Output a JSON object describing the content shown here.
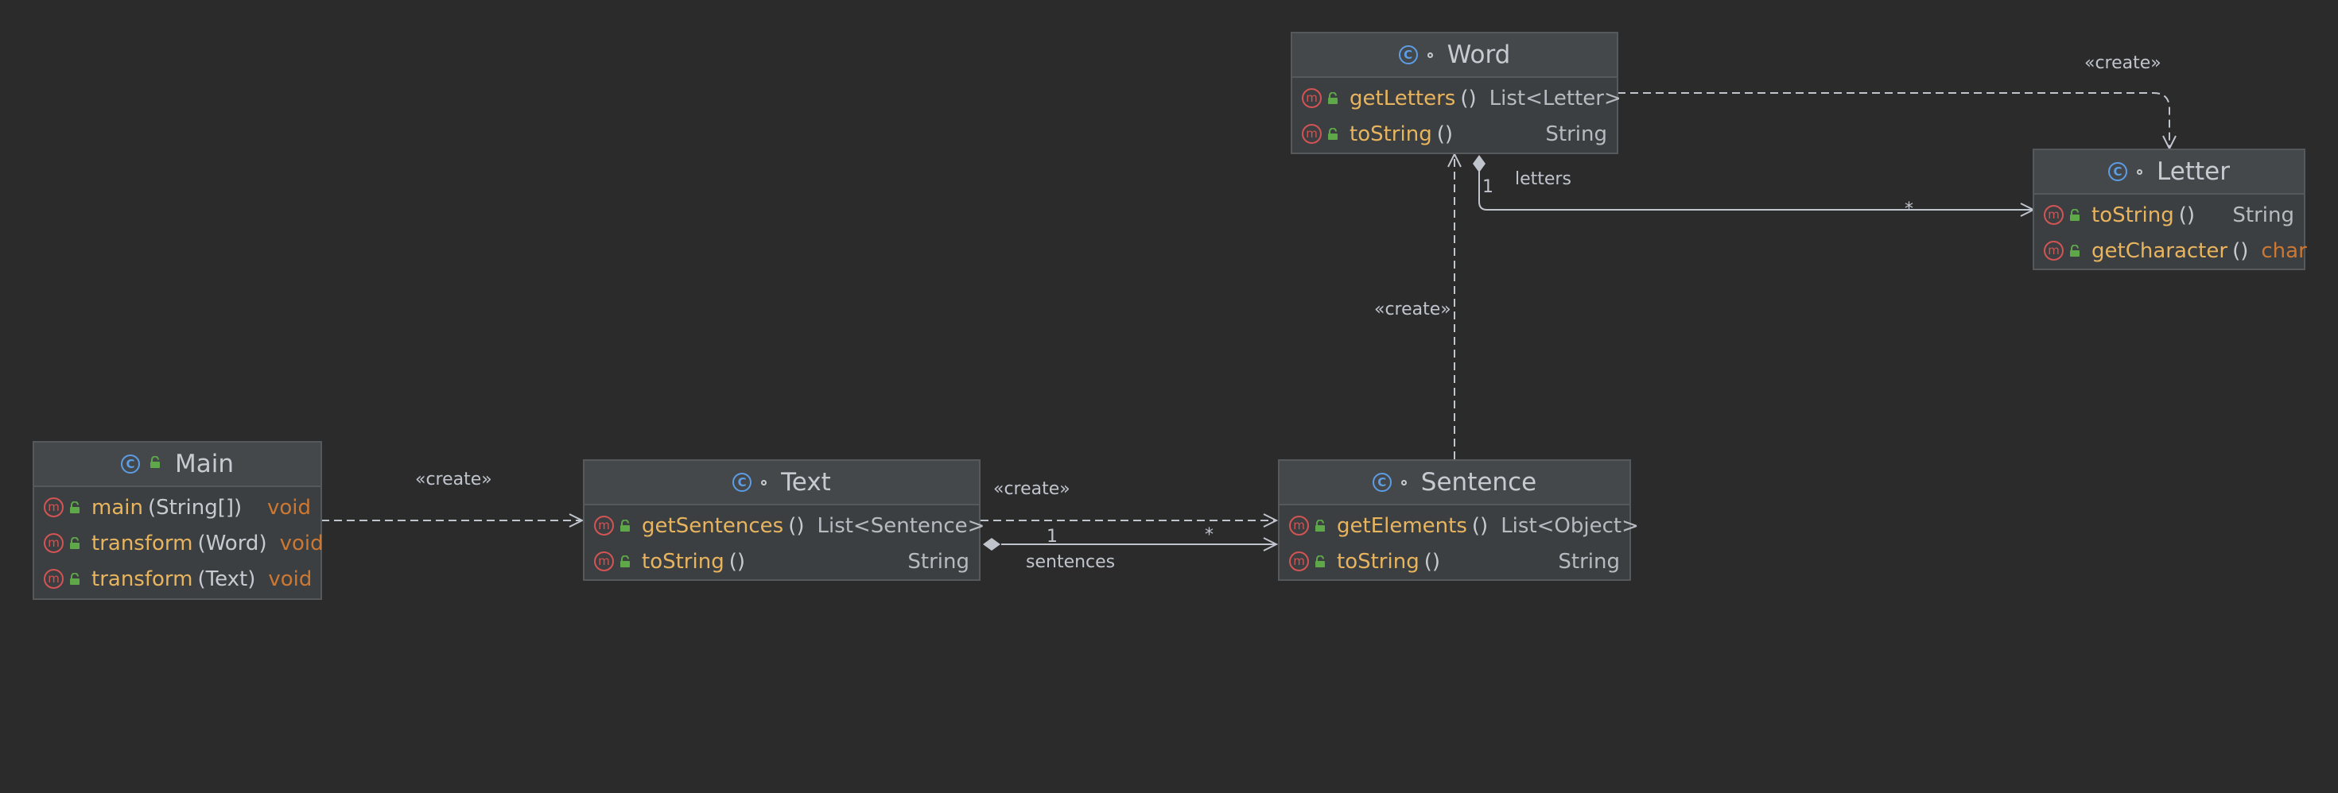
{
  "colors": {
    "background": "#2b2b2b",
    "node_fill": "#3c3f41",
    "node_header": "#45484a",
    "node_border": "#56595c",
    "class_icon": "#5c9ee6",
    "method_icon": "#d35454",
    "public_lock": "#5fa84a",
    "method_name": "#e8b45e",
    "primitive_type": "#cc7832",
    "text": "#c7cbd1",
    "edge": "#c0c4cc"
  },
  "icons": {
    "class": "class-icon",
    "method": "method-icon",
    "public": "public-lock-icon",
    "visibility": "package-visibility-icon"
  },
  "icon_glyphs": {
    "class": "C",
    "method": "m"
  },
  "classes": {
    "main": {
      "name": "Main",
      "methods": [
        {
          "name": "main",
          "params": "(String[])",
          "returns": "void"
        },
        {
          "name": "transform",
          "params": "(Word)",
          "returns": "void"
        },
        {
          "name": "transform",
          "params": "(Text)",
          "returns": "void"
        }
      ]
    },
    "text": {
      "name": "Text",
      "methods": [
        {
          "name": "getSentences",
          "params": "()",
          "returns": "List<Sentence>"
        },
        {
          "name": "toString",
          "params": "()",
          "returns": "String"
        }
      ]
    },
    "sentence": {
      "name": "Sentence",
      "methods": [
        {
          "name": "getElements",
          "params": "()",
          "returns": "List<Object>"
        },
        {
          "name": "toString",
          "params": "()",
          "returns": "String"
        }
      ]
    },
    "word": {
      "name": "Word",
      "methods": [
        {
          "name": "getLetters",
          "params": "()",
          "returns": "List<Letter>"
        },
        {
          "name": "toString",
          "params": "()",
          "returns": "String"
        }
      ]
    },
    "letter": {
      "name": "Letter",
      "methods": [
        {
          "name": "toString",
          "params": "()",
          "returns": "String"
        },
        {
          "name": "getCharacter",
          "params": "()",
          "returns": "char"
        }
      ]
    }
  },
  "edges": {
    "main_creates_text": {
      "label": "«create»"
    },
    "text_creates_sentence": {
      "label": "«create»"
    },
    "sentence_creates_word": {
      "label": "«create»"
    },
    "word_creates_letter": {
      "label": "«create»"
    },
    "text_sentences": {
      "role": "sentences",
      "source_mult": "1",
      "target_mult": "*"
    },
    "word_letters": {
      "role": "letters",
      "source_mult": "1",
      "target_mult": "*"
    }
  }
}
